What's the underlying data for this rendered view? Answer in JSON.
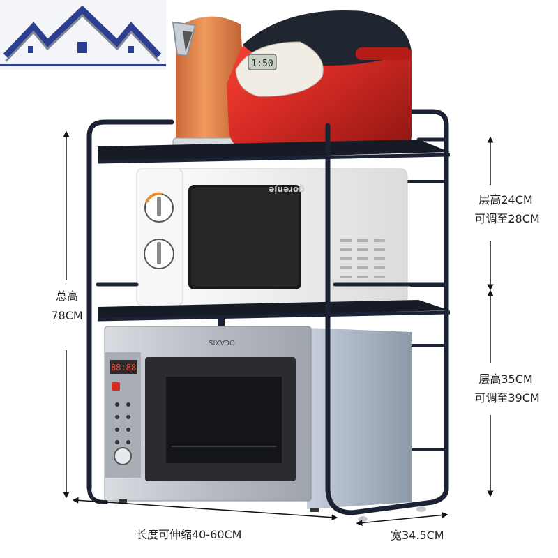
{
  "dimensions": {
    "total_height": {
      "title": "总高",
      "value": "78CM"
    },
    "upper_tier": {
      "height": "层高24CM",
      "adjustable": "可调至28CM"
    },
    "lower_tier": {
      "height": "层高35CM",
      "adjustable": "可调至39CM"
    },
    "length": "长度可伸缩40-60CM",
    "width": "宽34.5CM"
  },
  "appliances": {
    "microwave_brand": "gorenje",
    "oven_brand": "OCAXIS",
    "rice_cooker_display": "1:50",
    "oven_display": "88:88"
  },
  "colors": {
    "rack_frame": "#1b2233",
    "kettle": "#e8834a",
    "rice_cooker": "#d42a24",
    "microwave_body": "#f2f2f2",
    "oven_body": "#b8bcc4",
    "logo_roof": "#2c3e8f"
  }
}
